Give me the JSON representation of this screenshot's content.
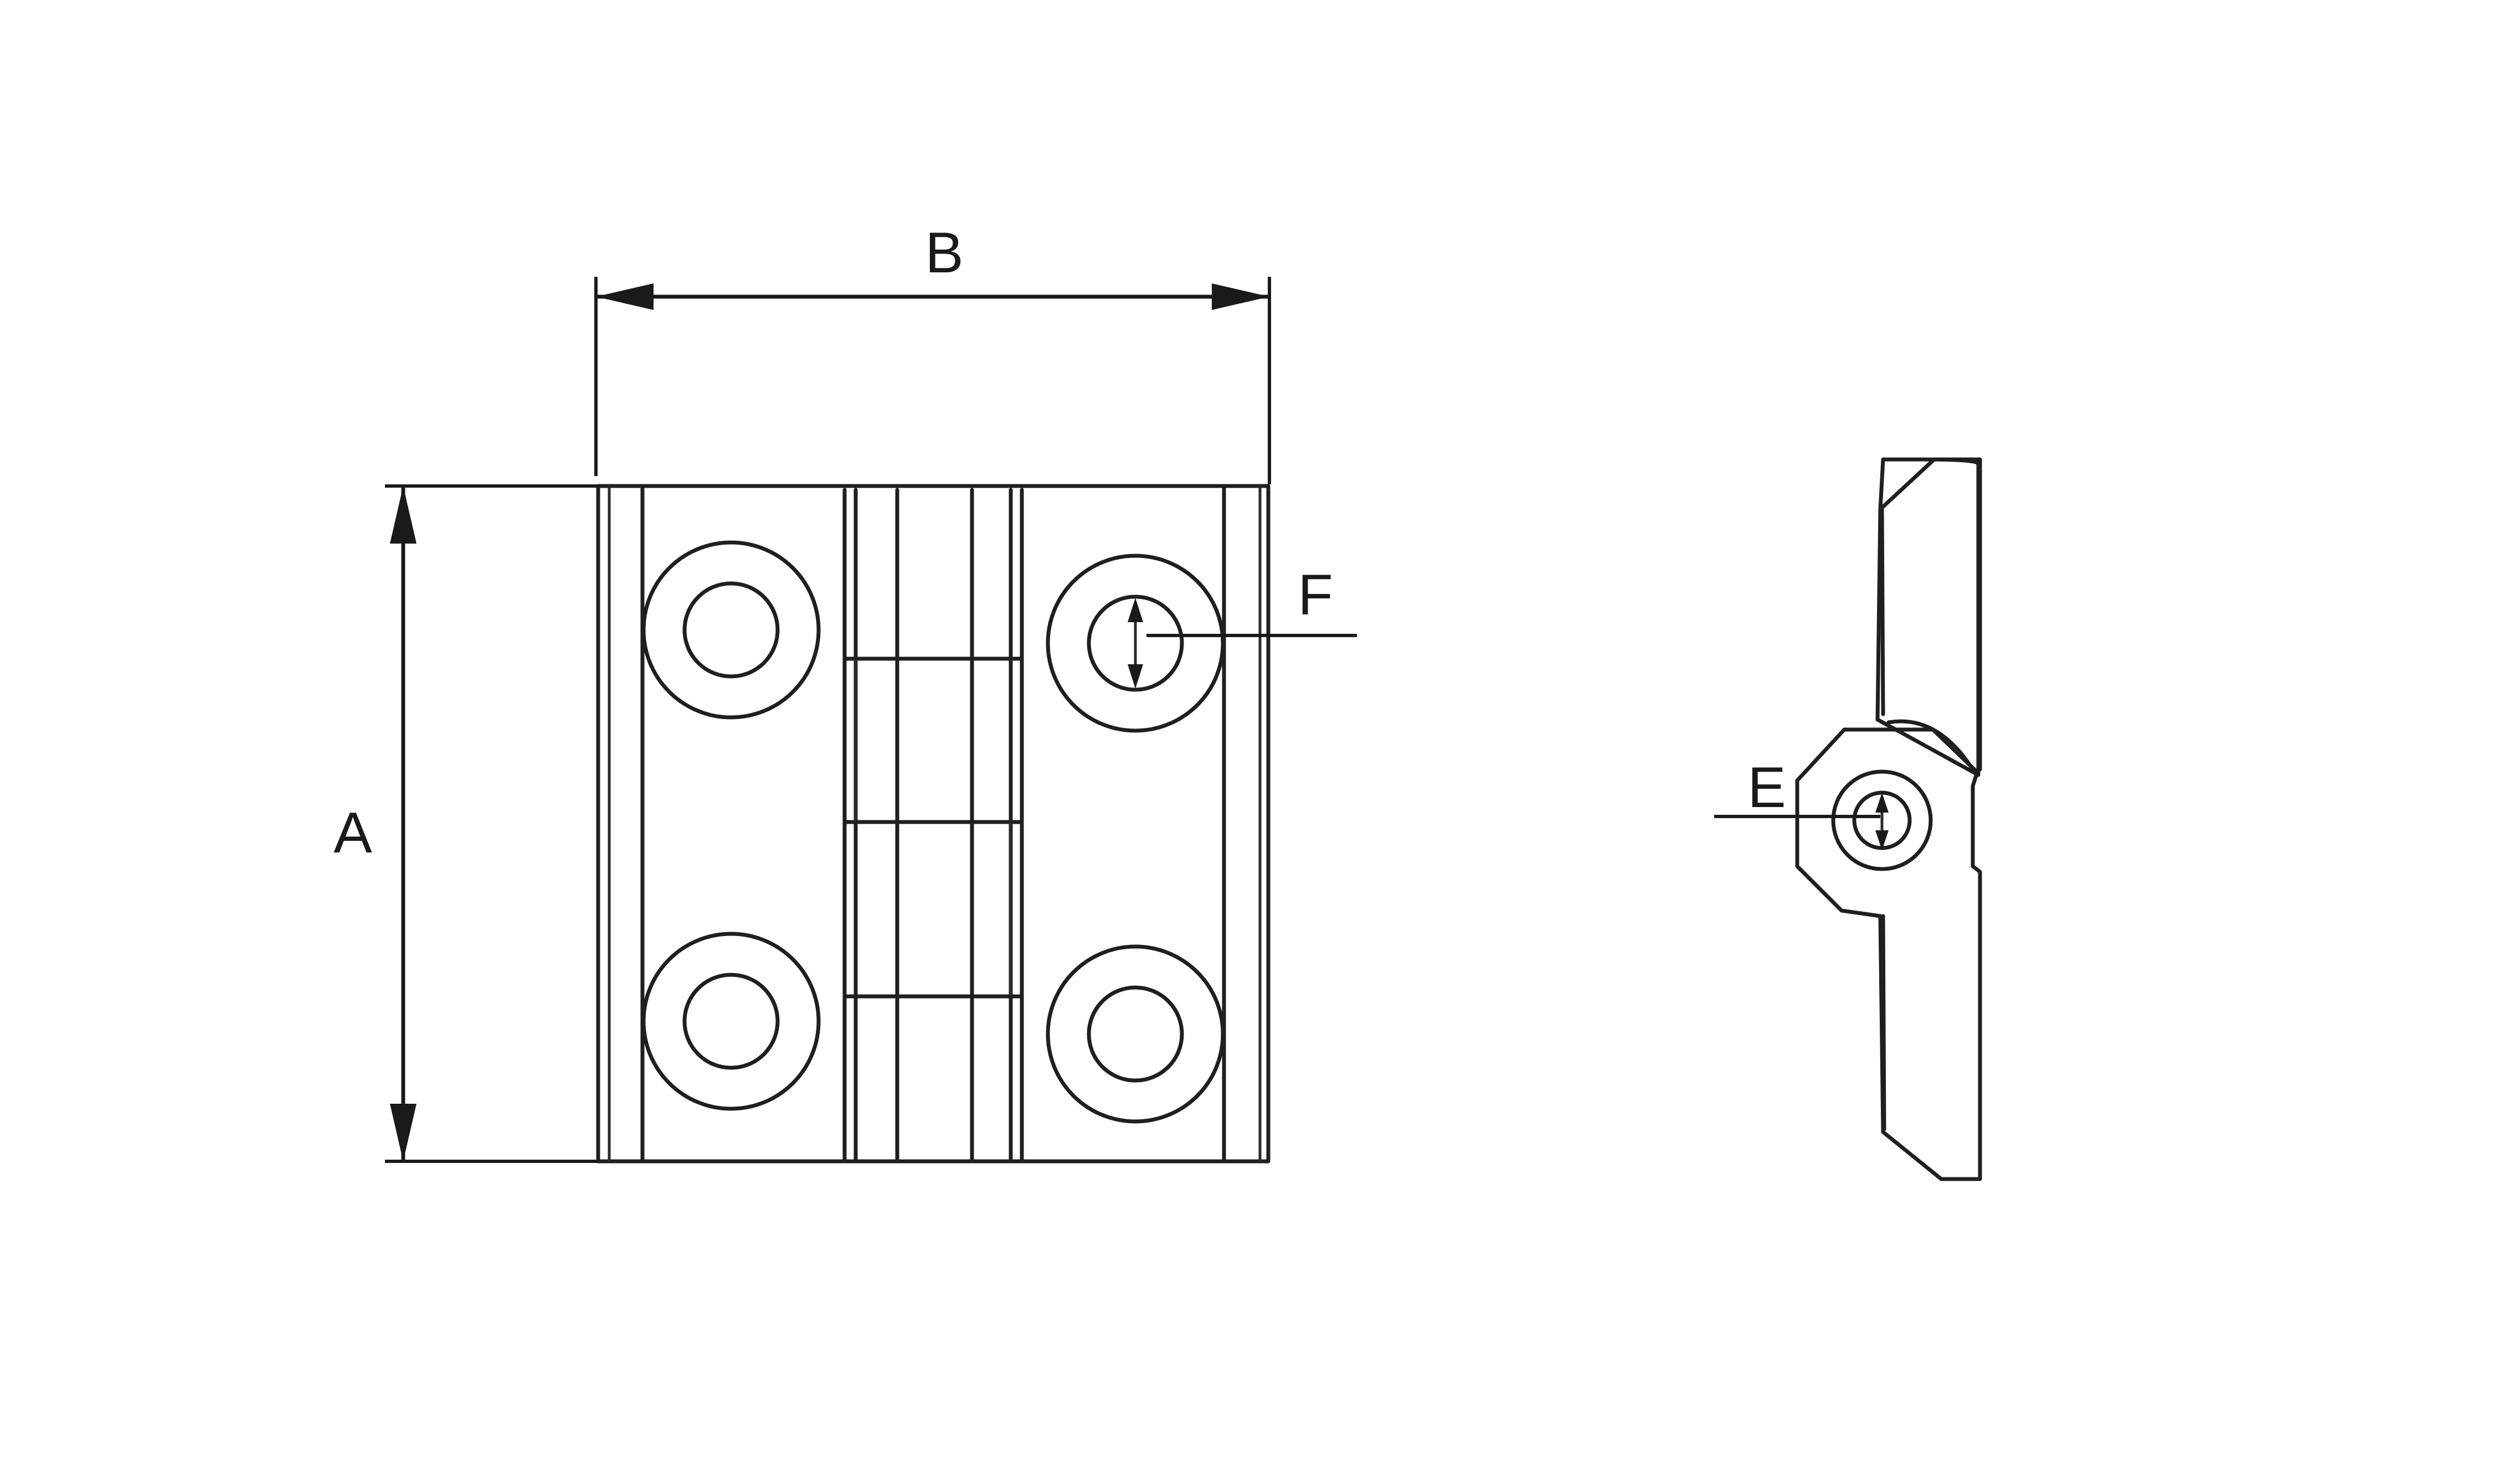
{
  "figure": {
    "labels": {
      "width": "B",
      "height": "A",
      "hole_diameter": "F",
      "pin_diameter": "E"
    },
    "colors": {
      "line": "#1f1f1f",
      "background": "#ffffff"
    }
  }
}
